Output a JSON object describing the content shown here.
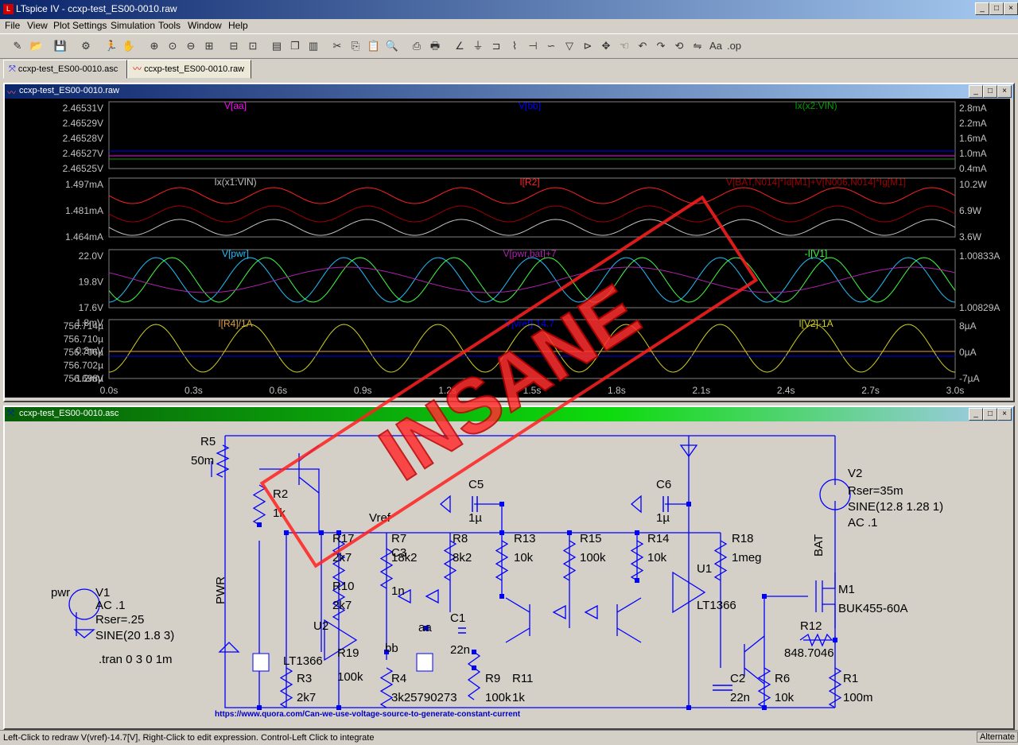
{
  "app": {
    "title": "LTspice IV - ccxp-test_ES00-0010.raw"
  },
  "menu": [
    "File",
    "View",
    "Plot Settings",
    "Simulation",
    "Tools",
    "Window",
    "Help"
  ],
  "tabs": [
    {
      "label": "ccxp-test_ES00-0010.asc"
    },
    {
      "label": "ccxp-test_ES00-0010.raw"
    }
  ],
  "plot_window": {
    "title": "ccxp-test_ES00-0010.raw"
  },
  "schematic_window": {
    "title": "ccxp-test_ES00-0010.asc"
  },
  "status": {
    "hint": "Left-Click to redraw V(vref)-14.7[V],  Right-Click to edit expression. Control-Left Click to integrate",
    "mode": "Alternate"
  },
  "watermark": "INSANE",
  "chart_data": [
    {
      "type": "line",
      "traces": [
        {
          "name": "V[aa]",
          "color": "#ff00ff"
        },
        {
          "name": "V[bb]",
          "color": "#0000ff"
        },
        {
          "name": "Ix(x2:VIN)",
          "color": "#00a000"
        }
      ],
      "left_ticks": [
        "2.46531V",
        "2.46529V",
        "2.46528V",
        "2.46527V",
        "2.46525V"
      ],
      "right_ticks": [
        "2.8mA",
        "2.2mA",
        "1.6mA",
        "1.0mA",
        "0.4mA"
      ]
    },
    {
      "type": "line",
      "traces": [
        {
          "name": "Ix(x1:VIN)",
          "color": "#c0c0c0"
        },
        {
          "name": "I[R2]",
          "color": "#ff2020"
        },
        {
          "name": "V[BAT,N014]*Id[M1]+V[N006,N014]*Ig[M1]",
          "color": "#a00000"
        }
      ],
      "left_ticks": [
        "1.497mA",
        "1.481mA",
        "1.464mA"
      ],
      "right_ticks": [
        "10.2W",
        "6.9W",
        "3.6W"
      ]
    },
    {
      "type": "line",
      "traces": [
        {
          "name": "V[pwr]",
          "color": "#20c0ff"
        },
        {
          "name": "V[pwr,bat]+7",
          "color": "#b020b0"
        },
        {
          "name": "-I[V1]",
          "color": "#40ff40"
        }
      ],
      "left_ticks": [
        "22.0V",
        "19.8V",
        "17.6V"
      ],
      "right_ticks": [
        "1.00833A",
        "1.00829A"
      ]
    },
    {
      "type": "line",
      "traces": [
        {
          "name": "I[R4]/1A",
          "color": "#e0a040"
        },
        {
          "name": "V[vref]-14.7",
          "color": "#0000ff"
        },
        {
          "name": "I[V2]-1A",
          "color": "#d0d020"
        }
      ],
      "left_ticks": [
        "756.714µ",
        "756.710µ",
        "756.706µ",
        "756.702µ",
        "756.698µ"
      ],
      "left_ticks2": [
        "1.8mV",
        "0.3mV",
        "-1.2mV"
      ],
      "right_ticks": [
        "8µA",
        "0µA",
        "-7µA"
      ]
    }
  ],
  "x_axis": {
    "ticks": [
      "0.0s",
      "0.3s",
      "0.6s",
      "0.9s",
      "1.2s",
      "1.5s",
      "1.8s",
      "2.1s",
      "2.4s",
      "2.7s",
      "3.0s"
    ],
    "range": [
      0,
      3
    ]
  },
  "schematic": {
    "labels": [
      {
        "t": "R5"
      },
      {
        "t": "50m"
      },
      {
        "t": "R2"
      },
      {
        "t": "1k"
      },
      {
        "t": "PWR"
      },
      {
        "t": "Vref"
      },
      {
        "t": "R17"
      },
      {
        "t": "2k7"
      },
      {
        "t": "R7"
      },
      {
        "t": "18k2"
      },
      {
        "t": "C3"
      },
      {
        "t": "R8"
      },
      {
        "t": "8k2"
      },
      {
        "t": "C5"
      },
      {
        "t": "1µ"
      },
      {
        "t": "R13"
      },
      {
        "t": "10k"
      },
      {
        "t": "R15"
      },
      {
        "t": "100k"
      },
      {
        "t": "C6"
      },
      {
        "t": "1µ"
      },
      {
        "t": "R14"
      },
      {
        "t": "10k"
      },
      {
        "t": "R18"
      },
      {
        "t": "1meg"
      },
      {
        "t": "U1"
      },
      {
        "t": "LT1366"
      },
      {
        "t": "V2"
      },
      {
        "t": "Rser=35m"
      },
      {
        "t": "SINE(12.8 1.28 1)"
      },
      {
        "t": "AC .1"
      },
      {
        "t": "BAT"
      },
      {
        "t": "M1"
      },
      {
        "t": "BUK455-60A"
      },
      {
        "t": "R12"
      },
      {
        "t": "848.7046"
      },
      {
        "t": "R1"
      },
      {
        "t": "100m"
      },
      {
        "t": "R6"
      },
      {
        "t": "10k"
      },
      {
        "t": "C2"
      },
      {
        "t": "22n"
      },
      {
        "t": "R9"
      },
      {
        "t": "100k"
      },
      {
        "t": "R11"
      },
      {
        "t": "1k"
      },
      {
        "t": "R4"
      },
      {
        "t": "3k25790273"
      },
      {
        "t": "R3"
      },
      {
        "t": "2k7"
      },
      {
        "t": "R19"
      },
      {
        "t": "100k"
      },
      {
        "t": "R10"
      },
      {
        "t": "2k7"
      },
      {
        "t": "U2"
      },
      {
        "t": "LT1366"
      },
      {
        "t": "1n"
      },
      {
        "t": "aa"
      },
      {
        "t": "bb"
      },
      {
        "t": "C1"
      },
      {
        "t": "22n"
      },
      {
        "t": "pwr"
      },
      {
        "t": "V1"
      },
      {
        "t": "AC .1"
      },
      {
        "t": "Rser=.25"
      },
      {
        "t": "SINE(20 1.8 3)"
      },
      {
        "t": ".tran 0 3 0 1m"
      }
    ],
    "url": "https://www.quora.com/Can-we-use-voltage-source-to-generate-constant-current"
  }
}
